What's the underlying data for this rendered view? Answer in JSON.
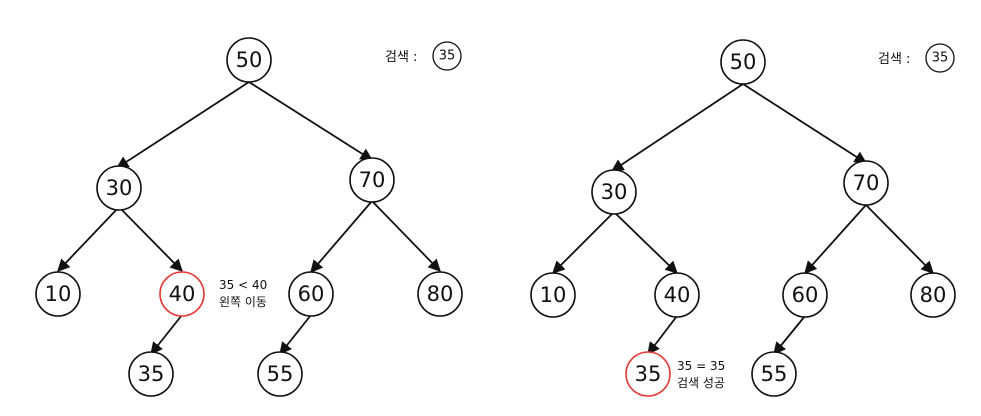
{
  "colors": {
    "highlight": "#e53935",
    "line": "#111111",
    "background": "#ffffff"
  },
  "panels": [
    {
      "search_label": "검색 :",
      "search_value": "35",
      "nodes": {
        "n50": "50",
        "n30": "30",
        "n70": "70",
        "n10": "10",
        "n40": "40",
        "n60": "60",
        "n80": "80",
        "n35": "35",
        "n55": "55"
      },
      "highlighted": "n40",
      "annotation": {
        "line1": "35 < 40",
        "line2": "왼쪽 이동"
      }
    },
    {
      "search_label": "검색 :",
      "search_value": "35",
      "nodes": {
        "n50": "50",
        "n30": "30",
        "n70": "70",
        "n10": "10",
        "n40": "40",
        "n60": "60",
        "n80": "80",
        "n35": "35",
        "n55": "55"
      },
      "highlighted": "n35",
      "annotation": {
        "line1": "35 = 35",
        "line2": "검색 성공"
      }
    }
  ]
}
